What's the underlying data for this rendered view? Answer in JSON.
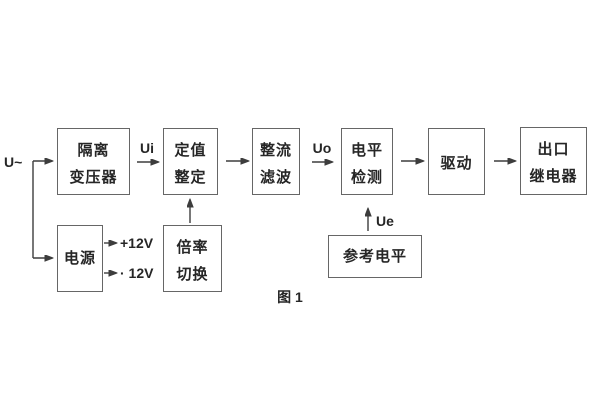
{
  "figure": {
    "caption": "图 1",
    "labels": {
      "input": "U~",
      "ui": "Ui",
      "uo": "Uo",
      "ue": "Ue",
      "plus_12v": "+12V",
      "minus_12v": "· 12V"
    },
    "blocks": {
      "isolation_transformer": {
        "line1": "隔离",
        "line2": "变压器"
      },
      "setting_adjust": {
        "line1": "定值",
        "line2": "整定"
      },
      "rectifier_filter": {
        "line1": "整流",
        "line2": "滤波"
      },
      "level_detect": {
        "line1": "电平",
        "line2": "检测"
      },
      "driver": {
        "line1": "驱动"
      },
      "output_relay": {
        "line1": "出口",
        "line2": "继电器"
      },
      "power_supply": {
        "line1": "电源"
      },
      "ratio_switch": {
        "line1": "倍率",
        "line2": "切换"
      },
      "reference_level": {
        "line1": "参考电平"
      }
    },
    "colors": {
      "background": "#ffffff",
      "box_border": "#666666",
      "wire": "#3d3d3d",
      "text": "#262626"
    }
  }
}
